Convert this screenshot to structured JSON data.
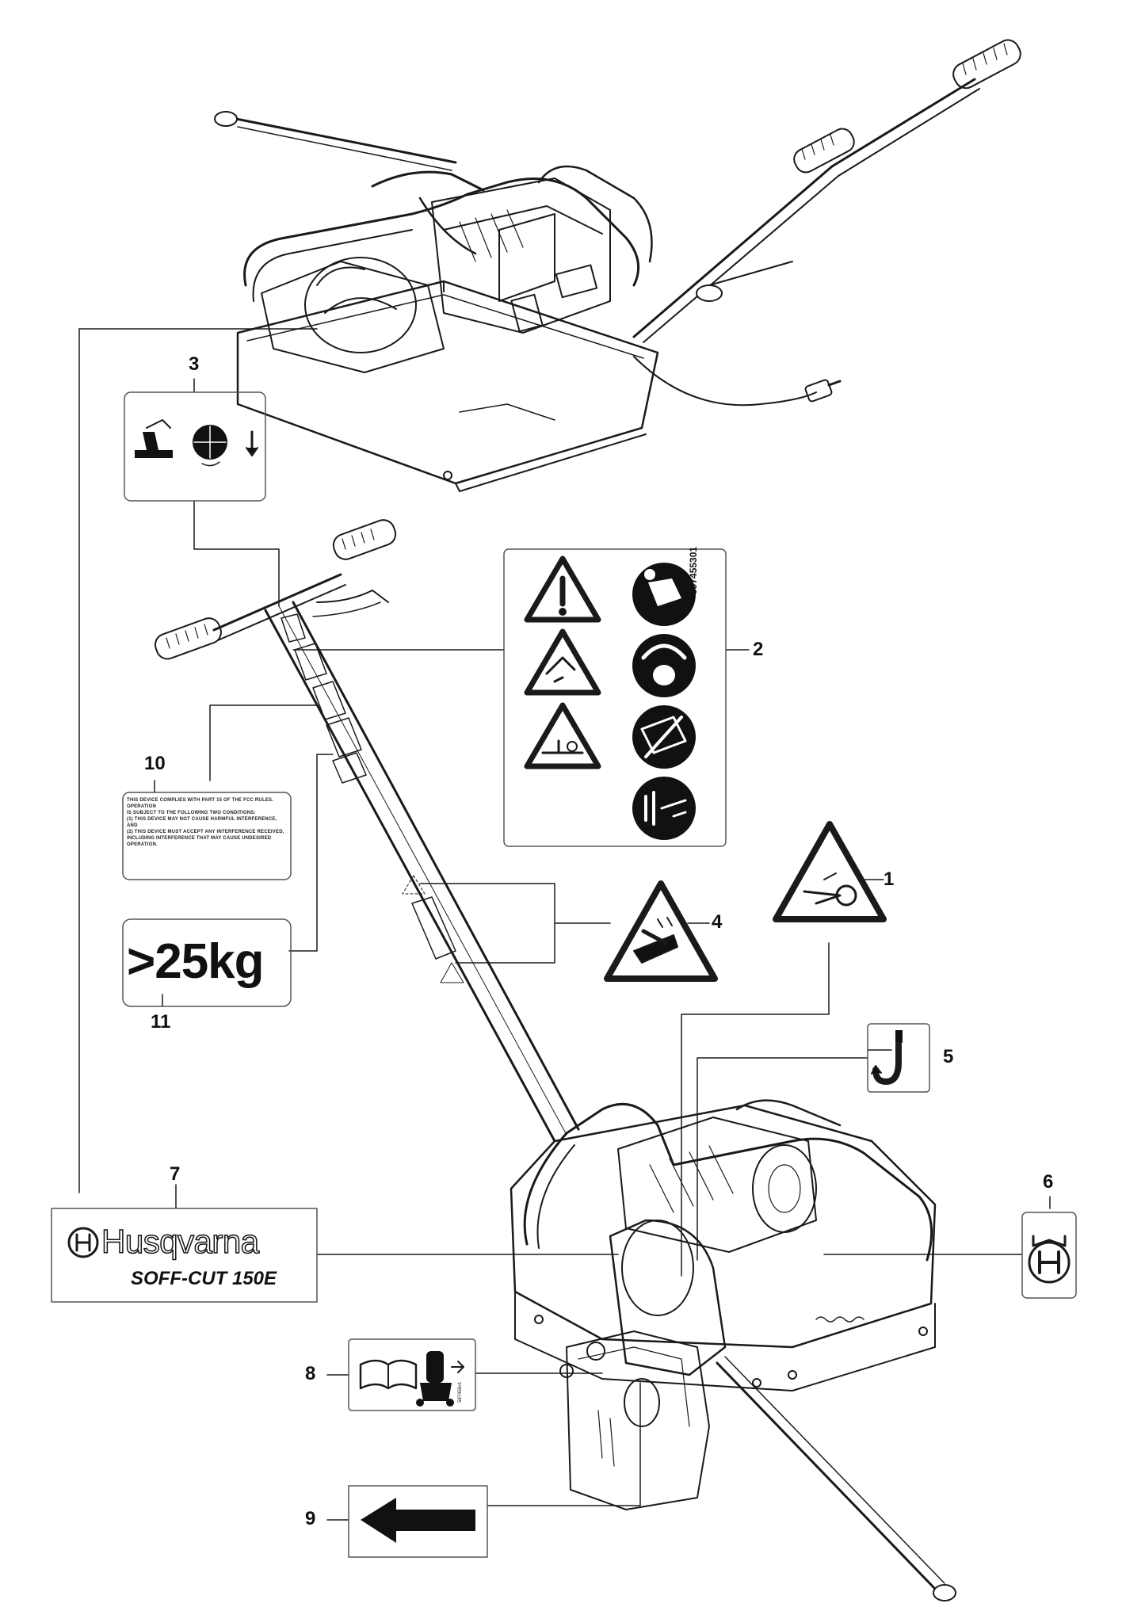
{
  "callouts": {
    "n1": "1",
    "n2": "2",
    "n3": "3",
    "n4": "4",
    "n5": "5",
    "n6": "6",
    "n7": "7",
    "n8": "8",
    "n9": "9",
    "n10": "10",
    "n11": "11"
  },
  "decals": {
    "weight_label": ">25kg",
    "brand_name": "Husqvarna",
    "model_name": "SOFF-CUT 150E",
    "part_number_vertical": "597455301",
    "notice_text": [
      "THIS DEVICE COMPLIES WITH PART 15 OF THE FCC RULES. OPERATION",
      "IS SUBJECT TO THE FOLLOWING TWO CONDITIONS:",
      "(1) THIS DEVICE MAY NOT CAUSE HARMFUL INTERFERENCE, AND",
      "(2) THIS DEVICE MUST ACCEPT ANY INTERFERENCE RECEIVED,",
      "INCLUDING INTERFERENCE THAT MAY CAUSE UNDESIRED",
      "OPERATION."
    ],
    "dust_label_code": "587456x1"
  },
  "icons": {
    "warning": "warning-triangle-icon",
    "manual": "read-manual-icon",
    "ppe": "hearing-eye-protection-icon",
    "hook": "lifting-hook-icon",
    "brand": "husqvarna-crown-logo",
    "arrow": "direction-arrow-icon"
  },
  "colors": {
    "line": "#1a1a1a",
    "panel_border": "#555555",
    "fill_dark": "#111111"
  }
}
